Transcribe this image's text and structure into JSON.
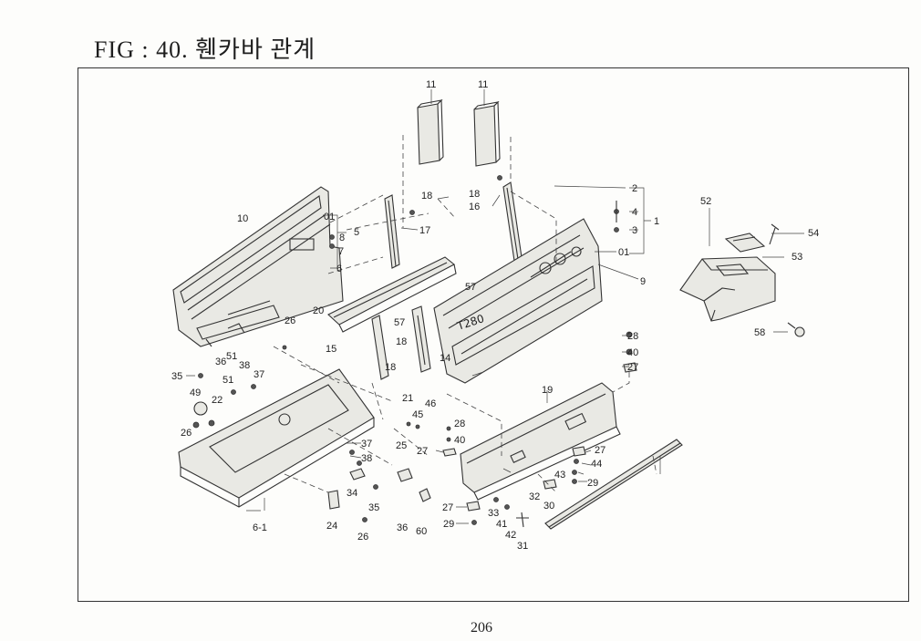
{
  "header": {
    "title": "FIG : 40. 휀카바 관계"
  },
  "footer": {
    "page_number": "206"
  },
  "callouts": {
    "c1": "1",
    "c2": "2",
    "c3": "3",
    "c4": "4",
    "c5": "5",
    "c6": "6",
    "c6_1": "6-1",
    "c7": "7",
    "c8": "8",
    "c9": "9",
    "c10": "10",
    "c11a": "11",
    "c11b": "11",
    "c14": "14",
    "c15": "15",
    "c16": "16",
    "c17": "17",
    "c18a": "18",
    "c18b": "18",
    "c18c": "18",
    "c18d": "18",
    "c19": "19",
    "c20": "20",
    "c21": "21",
    "c22": "22",
    "c24": "24",
    "c25": "25",
    "c26a": "26",
    "c26b": "26",
    "c26c": "26",
    "c27a": "27",
    "c27b": "27",
    "c27c": "27",
    "c27d": "27",
    "c28a": "28",
    "c28b": "28",
    "c29a": "29",
    "c29b": "29",
    "c30": "30",
    "c31": "31",
    "c32": "32",
    "c33": "33",
    "c34": "34",
    "c35a": "35",
    "c35b": "35",
    "c36a": "36",
    "c36b": "36",
    "c37a": "37",
    "c37b": "37",
    "c38a": "38",
    "c38b": "38",
    "c40a": "40",
    "c40b": "40",
    "c41": "41",
    "c42": "42",
    "c43": "43",
    "c44": "44",
    "c45": "45",
    "c46": "46",
    "c49": "49",
    "c51a": "51",
    "c51b": "51",
    "c52": "52",
    "c53": "53",
    "c54": "54",
    "c57": "57",
    "c58": "58",
    "c60": "60",
    "c01a": "01",
    "c01b": "01"
  },
  "handwritten_note": "T280"
}
